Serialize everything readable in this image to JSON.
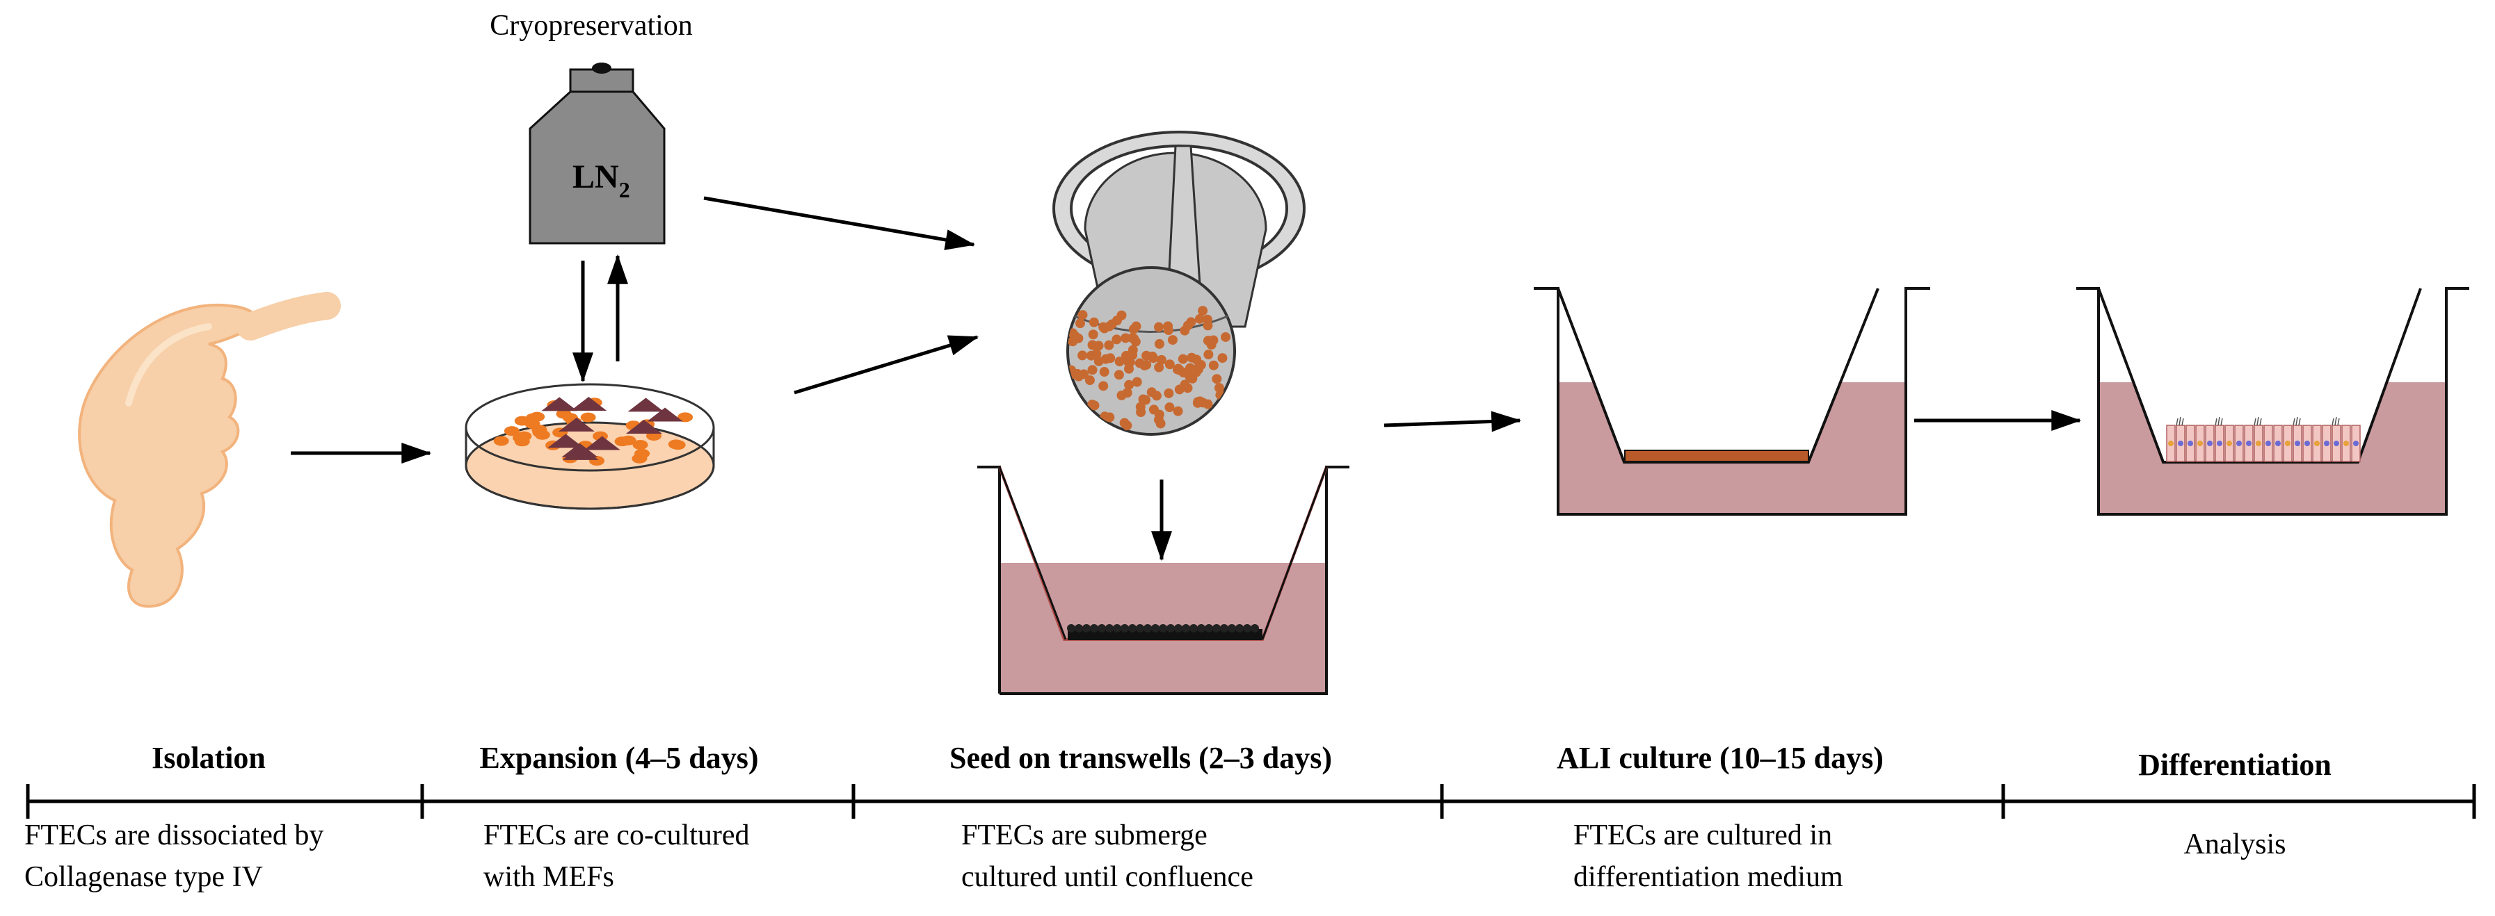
{
  "cryo": {
    "title": "Cryopreservation",
    "ln2_main": "LN",
    "ln2_sub": "2"
  },
  "stages": [
    {
      "title": "Isolation",
      "desc": [
        "FTECs are dissociated by",
        "Collagenase type IV"
      ]
    },
    {
      "title": "Expansion (4–5 days)",
      "desc": [
        "FTECs are co-cultured",
        "with MEFs"
      ]
    },
    {
      "title": "Seed on transwells (2–3 days)",
      "desc": [
        "FTECs are submerge",
        "cultured until confluence"
      ]
    },
    {
      "title": "ALI culture (10–15 days)",
      "desc": [
        "FTECs are cultured in",
        "differentiation medium"
      ]
    },
    {
      "title": "Differentiation",
      "desc": [
        "Analysis"
      ]
    }
  ],
  "colors": {
    "medium": "#c99a9e",
    "tube": "#f7cfa8",
    "dish_fill": "#fbd3b0",
    "cell_orange": "#ee7b22",
    "cell_dark": "#6e3540",
    "container_grey": "#8a8a8a",
    "insert_grey": "#bfbfbf",
    "seed_dot": "#c76a32"
  }
}
